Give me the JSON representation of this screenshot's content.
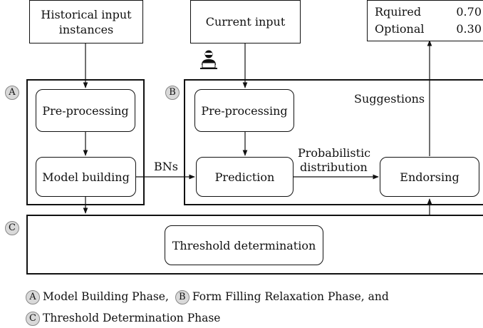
{
  "top": {
    "historical": "Historical input instances",
    "current": "Current input",
    "result_rows": [
      {
        "label": "Rquired",
        "value": "0.70"
      },
      {
        "label": "Optional",
        "value": "0.30"
      }
    ]
  },
  "phase_a": {
    "marker": "A",
    "preprocessing": "Pre-processing",
    "model_building": "Model building"
  },
  "phase_b": {
    "marker": "B",
    "preprocessing": "Pre-processing",
    "prediction": "Prediction",
    "endorsing": "Endorsing",
    "suggestions": "Suggestions",
    "prob_line1": "Probabilistic",
    "prob_line2": "distribution"
  },
  "phase_c": {
    "marker": "C",
    "threshold": "Threshold determination"
  },
  "edge_label_bns": "BNs",
  "icon": "user-laptop-icon",
  "legend": {
    "a": "A",
    "a_text": "Model Building Phase,",
    "b": "B",
    "b_text": "Form Filling Relaxation Phase, and",
    "c": "C",
    "c_text": "Threshold Determination Phase"
  }
}
